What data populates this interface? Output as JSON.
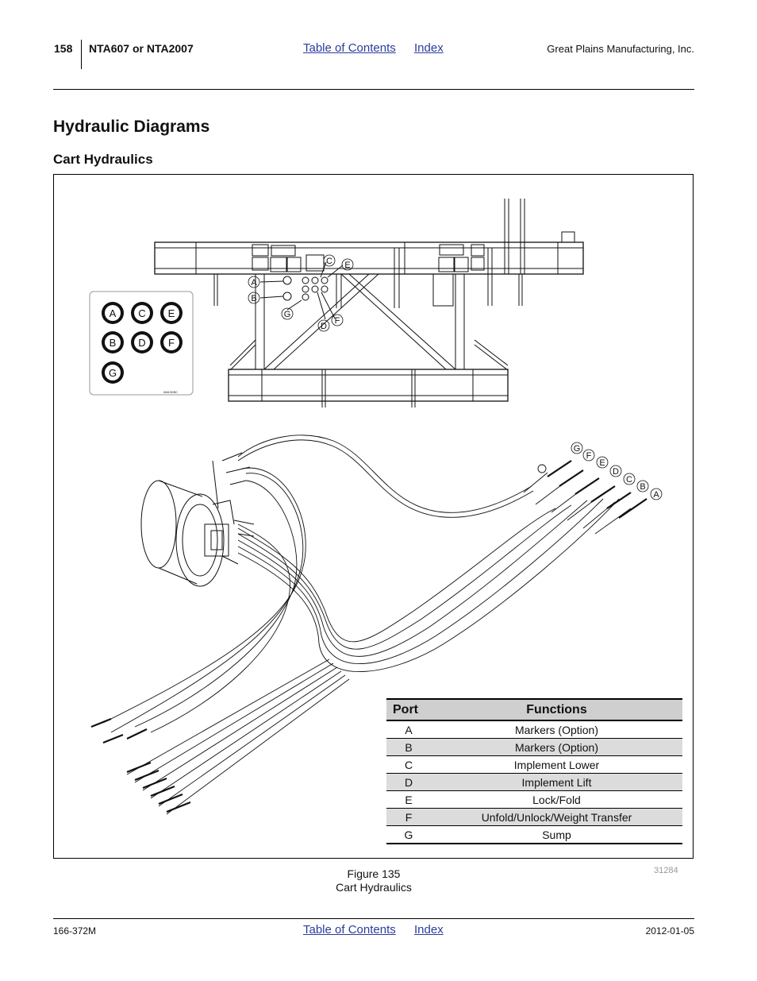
{
  "header": {
    "page_number": "158",
    "model": "NTA607 or NTA2007",
    "toc_link": "Table of Contents",
    "index_link": "Index",
    "company": "Great Plains Manufacturing, Inc."
  },
  "section_title": "Hydraulic Diagrams",
  "subsection_title": "Cart Hydraulics",
  "diagram": {
    "decal_ports": [
      "A",
      "C",
      "E",
      "B",
      "D",
      "F",
      "G"
    ],
    "decal_code": "848-528C",
    "frame_callouts": [
      "A",
      "B",
      "C",
      "E",
      "G",
      "D",
      "F"
    ],
    "hose_callouts": [
      "G",
      "F",
      "E",
      "D",
      "C",
      "B",
      "A"
    ],
    "figure_number": "31284"
  },
  "ports_table": {
    "headers": [
      "Port",
      "Functions"
    ],
    "rows": [
      {
        "port": "A",
        "function": "Markers (Option)"
      },
      {
        "port": "B",
        "function": "Markers (Option)"
      },
      {
        "port": "C",
        "function": "Implement Lower"
      },
      {
        "port": "D",
        "function": "Implement Lift"
      },
      {
        "port": "E",
        "function": "Lock/Fold"
      },
      {
        "port": "F",
        "function": "Unfold/Unlock/Weight Transfer"
      },
      {
        "port": "G",
        "function": "Sump"
      }
    ]
  },
  "caption": {
    "figure": "Figure 135",
    "title": "Cart Hydraulics"
  },
  "footer": {
    "doc_number": "166-372M",
    "toc_link": "Table of Contents",
    "index_link": "Index",
    "date": "2012-01-05"
  }
}
